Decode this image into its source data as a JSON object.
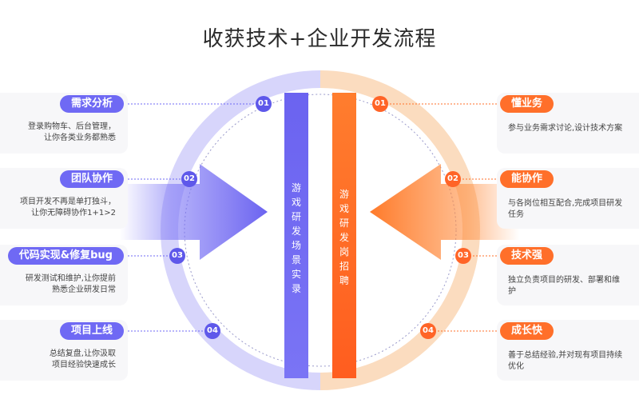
{
  "title": "收获技术+企业开发流程",
  "colors": {
    "purple": "#6f69f4",
    "orange": "#ff6f2a"
  },
  "center_left": "游戏研发场景实录",
  "center_right": "游戏研发岗招聘",
  "left_items": [
    {
      "num": "01",
      "label": "需求分析",
      "desc": [
        "登录购物车、后台管理，",
        "让你各类业务都熟悉"
      ]
    },
    {
      "num": "02",
      "label": "团队协作",
      "desc": [
        "项目开发不再是单打独斗，",
        "让你无障碍协作1+1>2"
      ]
    },
    {
      "num": "03",
      "label": "代码实现&修复bug",
      "desc": [
        "研发测试和维护,让你提前",
        "熟悉企业研发日常"
      ]
    },
    {
      "num": "04",
      "label": "项目上线",
      "desc": [
        "总结复盘,让你汲取",
        "项目经验快速成长"
      ]
    }
  ],
  "right_items": [
    {
      "num": "01",
      "label": "懂业务",
      "desc": [
        "参与业务需求讨论,设计技术方案"
      ]
    },
    {
      "num": "02",
      "label": "能协作",
      "desc": [
        "与各岗位相互配合,完成项目研发",
        "任务"
      ]
    },
    {
      "num": "03",
      "label": "技术强",
      "desc": [
        "独立负责项目的研发、部署和维",
        "护"
      ]
    },
    {
      "num": "04",
      "label": "成长快",
      "desc": [
        "善于总结经验,并对现有项目持续",
        "优化"
      ]
    }
  ]
}
